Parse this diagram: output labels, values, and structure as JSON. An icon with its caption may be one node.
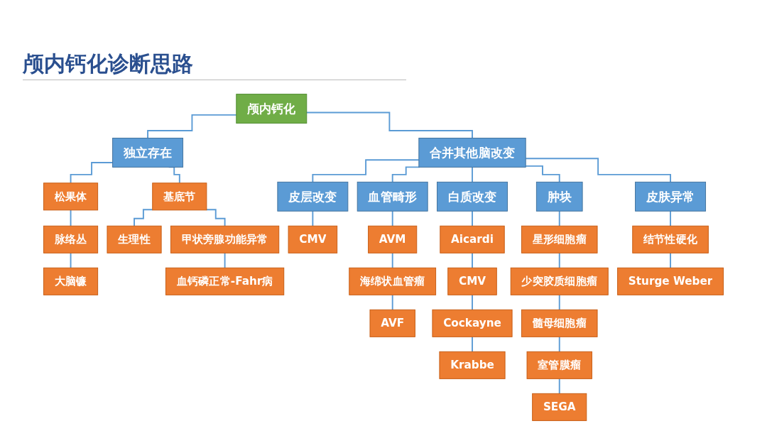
{
  "diagram": {
    "title": "颅内钙化诊断思路",
    "nodes": [
      {
        "text": [
          "颅内钙化"
        ]
      },
      {
        "text": [
          "独立存在"
        ]
      },
      {
        "text": [
          "合并其他脑改变"
        ]
      },
      {
        "text": [
          "松果体"
        ]
      },
      {
        "text": [
          "脉络丛"
        ]
      },
      {
        "text": [
          "大脑镰"
        ]
      },
      {
        "text": [
          "基底节"
        ]
      },
      {
        "text": [
          "生理性"
        ]
      },
      {
        "text": [
          "甲状旁腺功能异常"
        ]
      },
      {
        "text": [
          "血钙磷正常-Fahr病"
        ]
      },
      {
        "text": [
          "皮层改变"
        ]
      },
      {
        "text": [
          "CMV"
        ]
      },
      {
        "text": [
          "血管畸形"
        ]
      },
      {
        "text": [
          "AVM"
        ]
      },
      {
        "text": [
          "海绵状血管瘤"
        ]
      },
      {
        "text": [
          "AVF"
        ]
      },
      {
        "text": [
          "白质改变"
        ]
      },
      {
        "text": [
          "Aicardi"
        ]
      },
      {
        "text": [
          "CMV"
        ]
      },
      {
        "text": [
          "Cockayne"
        ]
      },
      {
        "text": [
          "Krabbe"
        ]
      },
      {
        "text": [
          "肿块"
        ]
      },
      {
        "text": [
          "星形细胞瘤"
        ]
      },
      {
        "text": [
          "少突胶质细胞瘤"
        ]
      },
      {
        "text": [
          "髓母细胞瘤"
        ]
      },
      {
        "text": [
          "室管膜瘤"
        ]
      },
      {
        "text": [
          "SEGA"
        ]
      },
      {
        "text": [
          "皮肤异常"
        ]
      },
      {
        "text": [
          "结节性硬化"
        ]
      },
      {
        "text": [
          "Sturge Weber"
        ]
      }
    ],
    "edges": [
      {
        "from": 0,
        "to": 1,
        "arrow": "none"
      },
      {
        "from": 0,
        "to": 2,
        "arrow": "none"
      },
      {
        "from": 1,
        "to": 3,
        "arrow": "none"
      },
      {
        "from": 3,
        "to": 4,
        "arrow": "none"
      },
      {
        "from": 4,
        "to": 5,
        "arrow": "none"
      },
      {
        "from": 1,
        "to": 6,
        "arrow": "none"
      },
      {
        "from": 6,
        "to": 7,
        "arrow": "none"
      },
      {
        "from": 6,
        "to": 8,
        "arrow": "none"
      },
      {
        "from": 8,
        "to": 9,
        "arrow": "none"
      },
      {
        "from": 2,
        "to": 10,
        "arrow": "none"
      },
      {
        "from": 10,
        "to": 11,
        "arrow": "none"
      },
      {
        "from": 2,
        "to": 12,
        "arrow": "none"
      },
      {
        "from": 12,
        "to": 13,
        "arrow": "none"
      },
      {
        "from": 13,
        "to": 14,
        "arrow": "none"
      },
      {
        "from": 14,
        "to": 15,
        "arrow": "none"
      },
      {
        "from": 2,
        "to": 16,
        "arrow": "none"
      },
      {
        "from": 16,
        "to": 17,
        "arrow": "none"
      },
      {
        "from": 17,
        "to": 18,
        "arrow": "none"
      },
      {
        "from": 18,
        "to": 19,
        "arrow": "none"
      },
      {
        "from": 19,
        "to": 20,
        "arrow": "none"
      },
      {
        "from": 2,
        "to": 21,
        "arrow": "none"
      },
      {
        "from": 21,
        "to": 22,
        "arrow": "none"
      },
      {
        "from": 22,
        "to": 23,
        "arrow": "none"
      },
      {
        "from": 23,
        "to": 24,
        "arrow": "none"
      },
      {
        "from": 24,
        "to": 25,
        "arrow": "none"
      },
      {
        "from": 25,
        "to": 26,
        "arrow": "none"
      },
      {
        "from": 2,
        "to": 27,
        "arrow": "none"
      },
      {
        "from": 27,
        "to": 28,
        "arrow": "none"
      },
      {
        "from": 28,
        "to": 29,
        "arrow": "none"
      }
    ]
  }
}
